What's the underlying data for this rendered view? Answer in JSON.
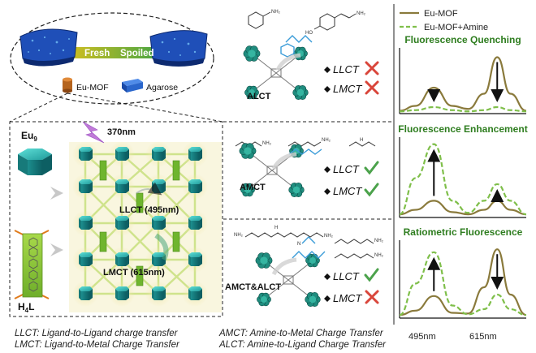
{
  "top_left": {
    "fresh": "Fresh",
    "spoiled": "Spoiled",
    "eumof": "Eu-MOF",
    "agarose": "Agarose"
  },
  "mof_panel": {
    "eu9": "Eu",
    "eu9_sub": "9",
    "h4l": "H",
    "h4l_sub": "4",
    "h4l_tail": "L",
    "excitation": "370nm",
    "llct": "LLCT (495nm)",
    "lmct": "LMCT (615nm)"
  },
  "mechanisms": [
    {
      "name": "ALCT",
      "llct": "LLCT",
      "lmct": "LMCT",
      "llct_mark": "cross",
      "lmct_mark": "cross"
    },
    {
      "name": "AMCT",
      "llct": "LLCT",
      "lmct": "LMCT",
      "llct_mark": "check",
      "lmct_mark": "check"
    },
    {
      "name": "AMCT&ALCT",
      "llct": "LLCT",
      "lmct": "LMCT",
      "llct_mark": "check",
      "lmct_mark": "cross"
    }
  ],
  "molecules": {
    "nh2": "NH₂",
    "nh": "NH",
    "ho": "HO",
    "n": "N",
    "h": "H"
  },
  "spectra": {
    "legend": [
      "Eu-MOF",
      "Eu-MOF+Amine"
    ],
    "titles": [
      "Fluorescence Quenching",
      "Fluorescence Enhancement",
      "Ratiometric Fluorescence"
    ],
    "xticks": [
      "495nm",
      "615nm"
    ],
    "colors": {
      "solid": "#8a7a3c",
      "dashed": "#7fbf4a",
      "title": "#2e7d1f"
    }
  },
  "chart_data": [
    {
      "type": "line",
      "title": "Fluorescence Quenching",
      "x": [
        430,
        460,
        495,
        530,
        560,
        590,
        615,
        640,
        670
      ],
      "series": [
        {
          "name": "Eu-MOF",
          "values": [
            0.02,
            0.1,
            0.4,
            0.1,
            0.05,
            0.3,
            0.9,
            0.3,
            0.02
          ]
        },
        {
          "name": "Eu-MOF+Amine",
          "values": [
            0.01,
            0.03,
            0.08,
            0.03,
            0.01,
            0.03,
            0.08,
            0.03,
            0.01
          ]
        }
      ]
    },
    {
      "type": "line",
      "title": "Fluorescence Enhancement",
      "x": [
        430,
        460,
        495,
        530,
        560,
        590,
        615,
        640,
        670
      ],
      "series": [
        {
          "name": "Eu-MOF",
          "values": [
            0.02,
            0.08,
            0.2,
            0.05,
            0.02,
            0.08,
            0.2,
            0.08,
            0.02
          ]
        },
        {
          "name": "Eu-MOF+Amine",
          "values": [
            0.02,
            0.5,
            0.95,
            0.2,
            0.04,
            0.2,
            0.42,
            0.2,
            0.02
          ]
        }
      ]
    },
    {
      "type": "line",
      "title": "Ratiometric Fluorescence",
      "x": [
        430,
        460,
        495,
        530,
        560,
        590,
        615,
        640,
        670
      ],
      "series": [
        {
          "name": "Eu-MOF",
          "values": [
            0.02,
            0.08,
            0.28,
            0.05,
            0.04,
            0.4,
            0.92,
            0.3,
            0.02
          ]
        },
        {
          "name": "Eu-MOF+Amine",
          "values": [
            0.02,
            0.45,
            0.88,
            0.15,
            0.03,
            0.1,
            0.3,
            0.1,
            0.02
          ]
        }
      ]
    }
  ],
  "captions": {
    "llct": "LLCT: Ligand-to-Ligand charge transfer",
    "lmct": "LMCT: Ligand-to-Metal Charge Transfer",
    "amct": "AMCT: Amine-to-Metal Charge Transfer",
    "alct": "ALCT: Amine-to-Ligand Charge Transfer"
  }
}
